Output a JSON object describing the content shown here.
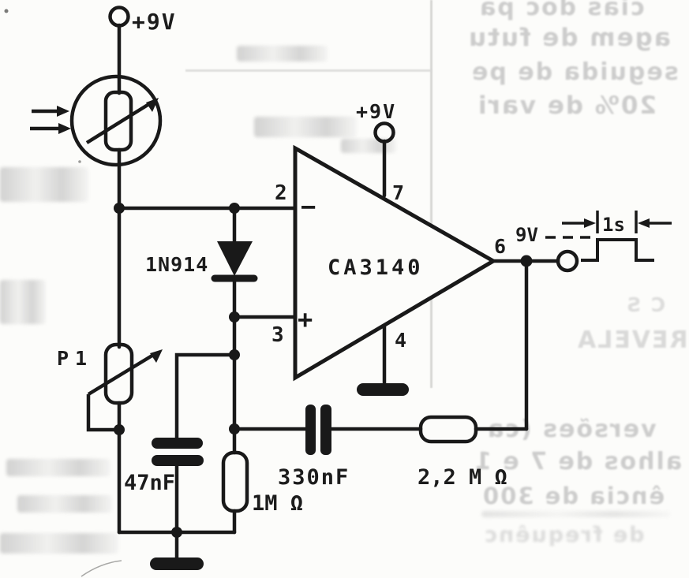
{
  "labels": {
    "supply_top": "+9V",
    "supply_opamp": "+9V",
    "opamp": "CA3140",
    "pin2": "2",
    "pin3": "3",
    "pin4": "4",
    "pin6": "6",
    "pin7": "7",
    "inverting_sign": "−",
    "non_inverting_sign": "+",
    "diode": "1N914",
    "potentiometer": "P1",
    "cap_47n": "47nF",
    "res_1m": "1M Ω",
    "cap_330n": "330nF",
    "res_2m2": "2,2 M Ω",
    "output_level": "9V",
    "pulse_width": "1s"
  },
  "bleed": {
    "note": "faded mirrored print showing through from reverse page",
    "lines": [
      "cias doc pa",
      "agem de futu",
      "seguida de pe",
      "20% de vari",
      "C S",
      "REVELA",
      "versões (ca",
      "alhos de 7 e 1",
      "ência de 300",
      "de frequênc"
    ]
  },
  "colors": {
    "ink": "#191919",
    "paper": "#fcfcfa",
    "bleed_gray": "#bdbdbd"
  }
}
